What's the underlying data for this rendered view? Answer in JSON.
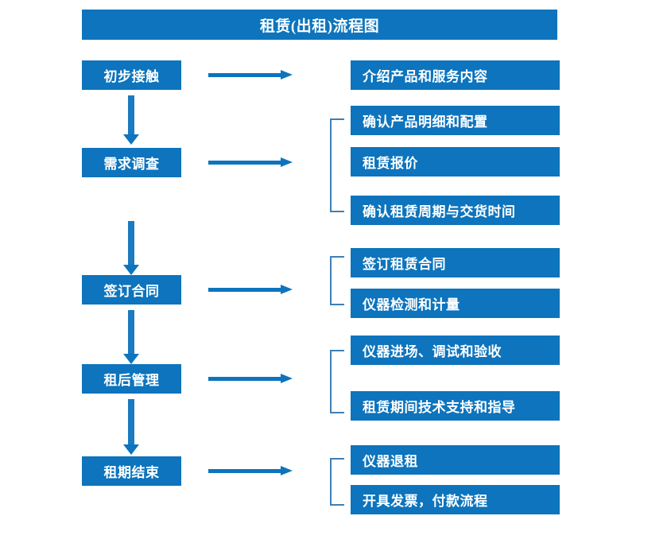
{
  "title": "租赁(出租)流程图",
  "theme": {
    "accent": "#0d74bd",
    "accent_light": "#1b7ac0",
    "bracket": "#3f7fb5",
    "text_on_accent": "#ffffff",
    "background": "#ffffff"
  },
  "stages": [
    {
      "id": "initial-contact",
      "label": "初步接触",
      "details": [
        "介绍产品和服务内容"
      ]
    },
    {
      "id": "needs-survey",
      "label": "需求调查",
      "details": [
        "确认产品明细和配置",
        "租赁报价",
        "确认租赁周期与交货时间"
      ]
    },
    {
      "id": "sign-contract",
      "label": "签订合同",
      "details": [
        "签订租赁合同",
        "仪器检测和计量"
      ]
    },
    {
      "id": "post-rental-management",
      "label": "租后管理",
      "details": [
        "仪器进场、调试和验收",
        "租赁期间技术支持和指导"
      ]
    },
    {
      "id": "rental-end",
      "label": "租期结束",
      "details": [
        "仪器退租",
        "开具发票，付款流程"
      ]
    }
  ],
  "connector_labels": {
    "flow_arrow": "flow-arrow",
    "step_arrow": "step-arrow",
    "grouping_bracket": "grouping-bracket"
  }
}
